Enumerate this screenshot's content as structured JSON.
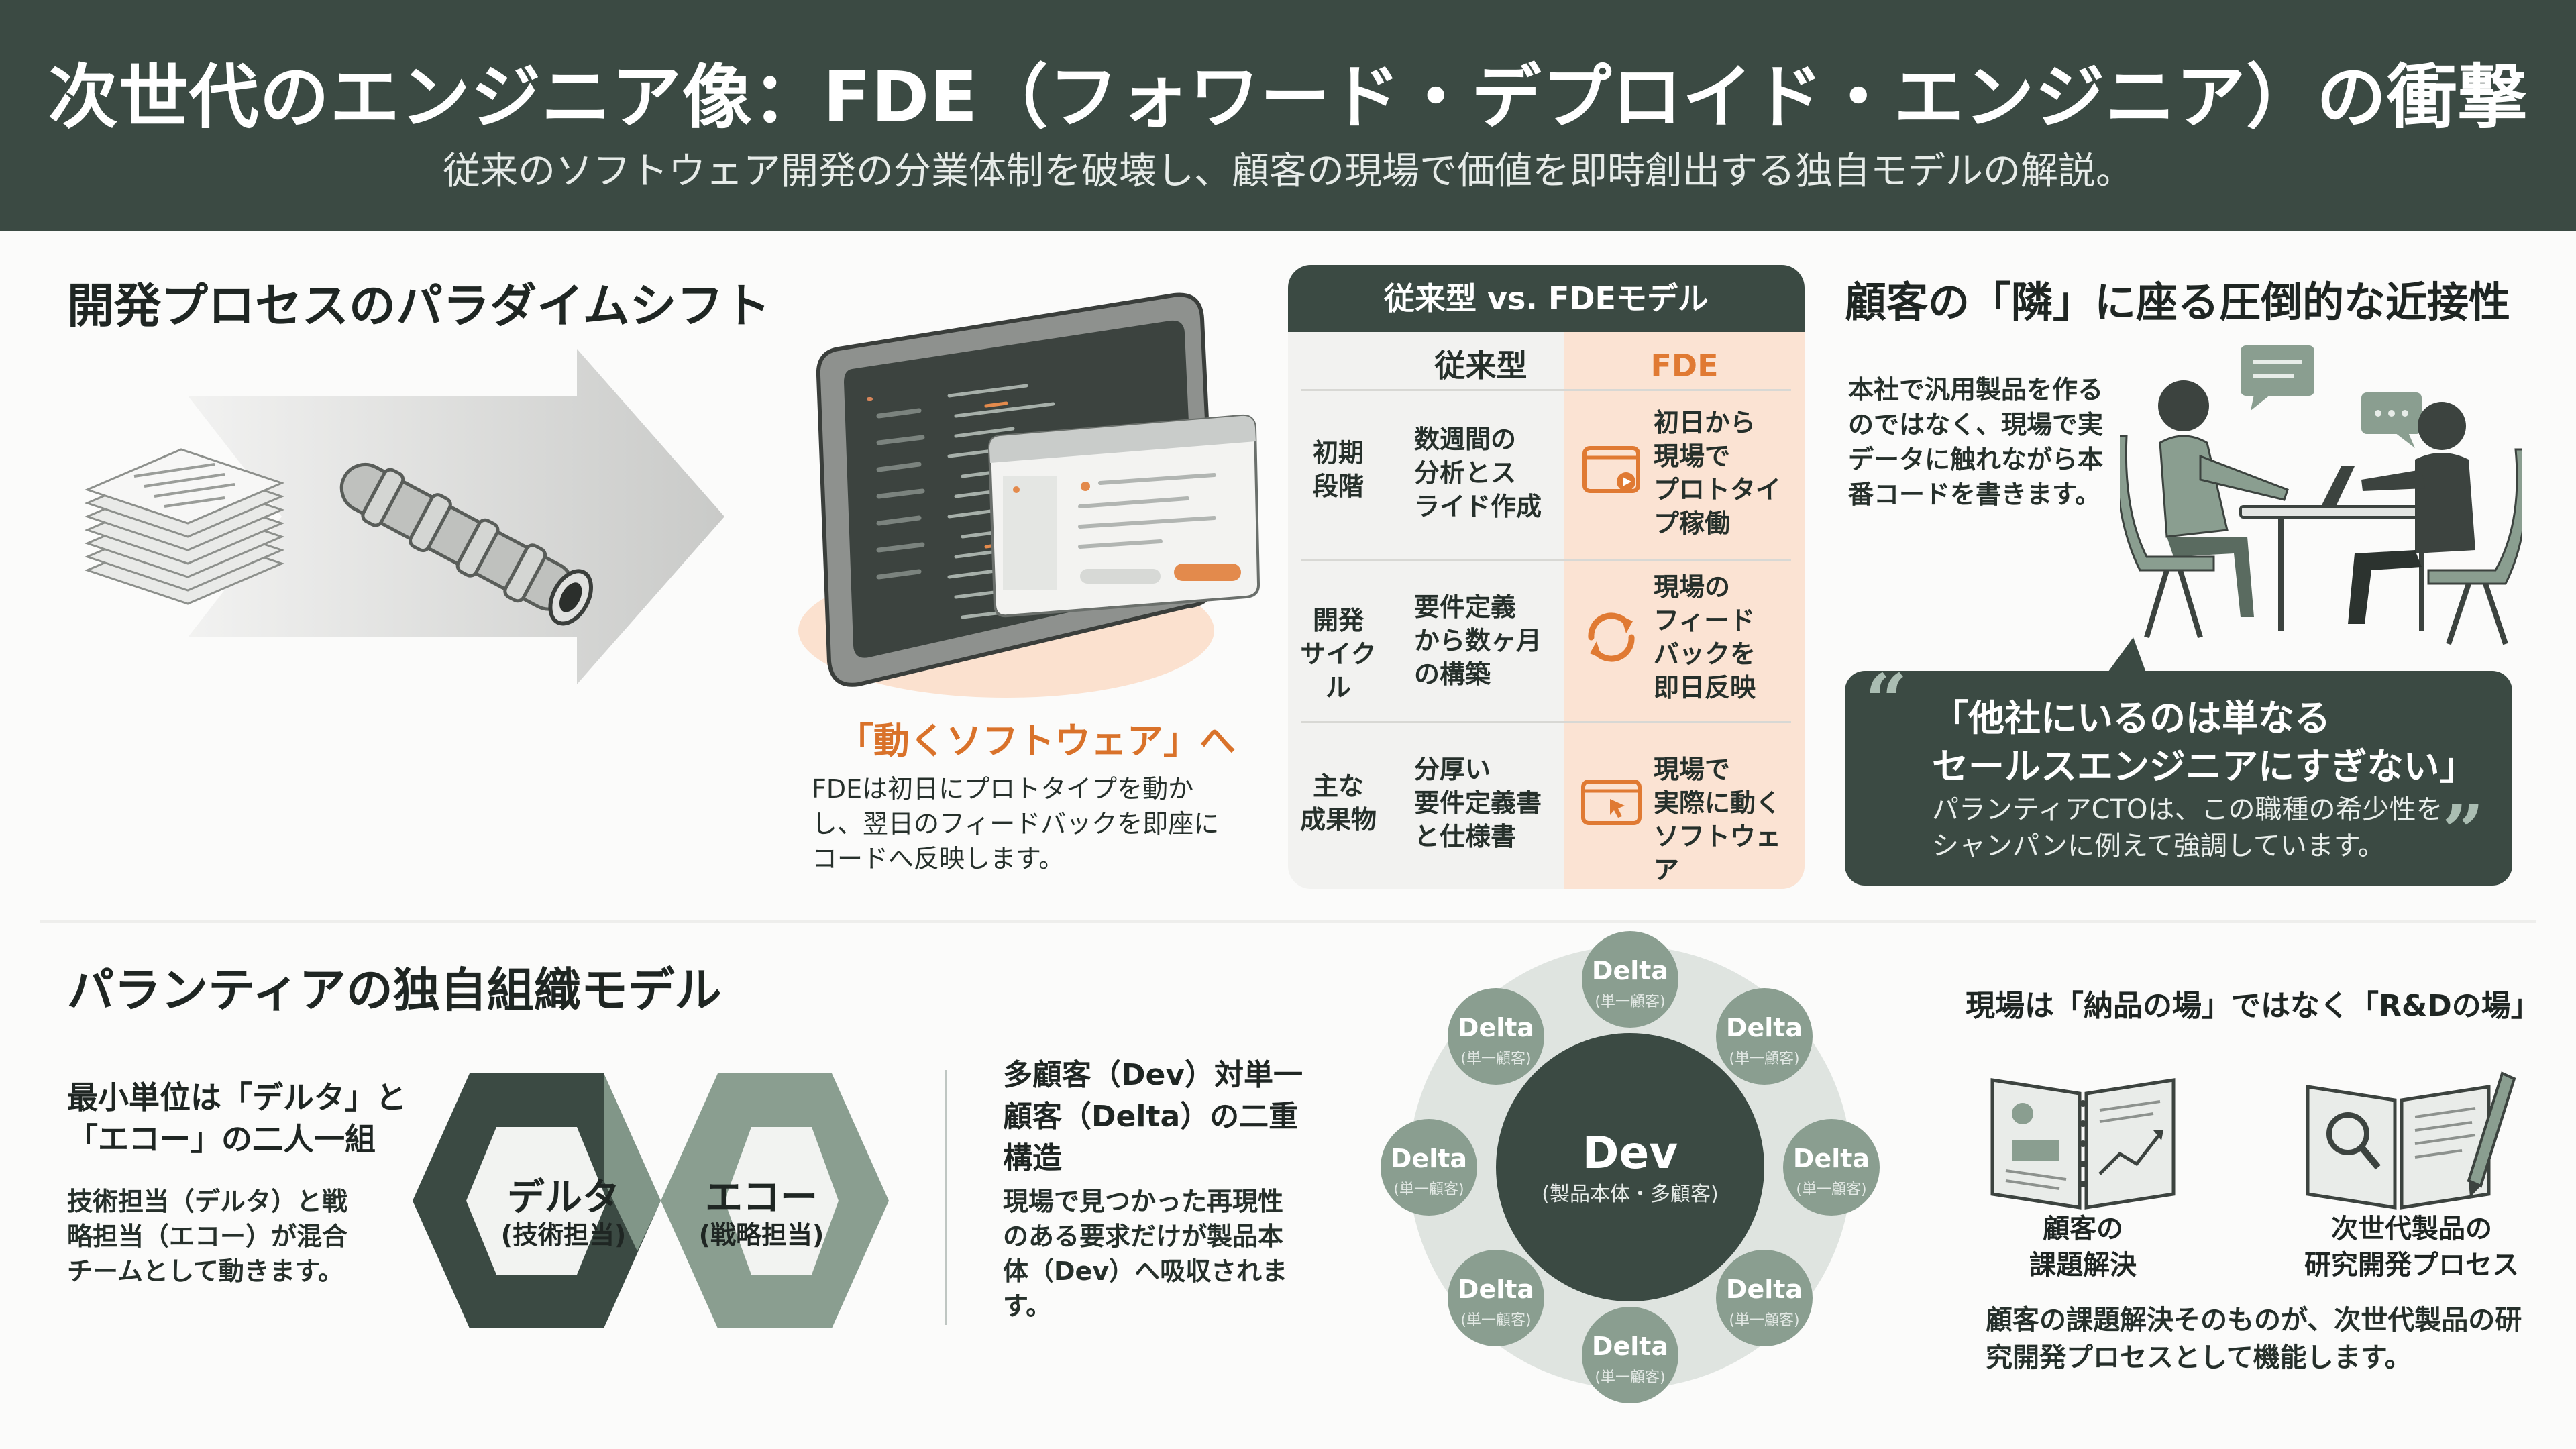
{
  "header": {
    "title": "次世代のエンジニア像：FDE（フォワード・デプロイド・エンジニア）の衝撃",
    "subtitle": "従来のソフトウェア開発の分業体制を破壊し、顧客の現場で価値を即時創出する独自モデルの解説。"
  },
  "paradigm": {
    "title": "開発プロセスのパラダイムシフト",
    "subheading": "「動くソフトウェア」へ",
    "description": "FDEは初日にプロトタイプを動かし、翌日のフィードバックを即座にコードへ反映します。"
  },
  "comparison": {
    "title": "従来型 vs. FDEモデル",
    "col_traditional": "従来型",
    "col_fde": "FDE",
    "rows": [
      {
        "label": "初期\n段階",
        "traditional": "数週間の\n分析とス\nライド作成",
        "fde": "初日から\n現場で\nプロトタイ\nプ稼働"
      },
      {
        "label": "開発\nサイクル",
        "traditional": "要件定義\nから数ヶ月\nの構築",
        "fde": "現場の\nフィード\nバックを\n即日反映"
      },
      {
        "label": "主な\n成果物",
        "traditional": "分厚い\n要件定義書\nと仕様書",
        "fde": "現場で\n実際に動く\nソフトウェア"
      }
    ]
  },
  "proximity": {
    "title": "顧客の「隣」に座る圧倒的な近接性",
    "description": "本社で汎用製品を作るのではなく、現場で実データに触れながら本番コードを書きます。",
    "quote_main": "「他社にいるのは単なる\nセールスエンジニアにすぎない」",
    "quote_sub": "パランティアCTOは、この職種の希少性をシャンパンに例えて強調しています。"
  },
  "org_model": {
    "title": "パランティアの独自組織モデル",
    "unit_title": "最小単位は「デルタ」と「エコー」の二人一組",
    "unit_desc": "技術担当（デルタ）と戦略担当（エコー）が混合チームとして動きます。",
    "delta_label": "デルタ",
    "delta_sub": "(技術担当)",
    "echo_label": "エコー",
    "echo_sub": "(戦略担当)",
    "dual_title": "多顧客（Dev）対単一顧客（Delta）の二重構造",
    "dual_desc": "現場で見つかった再現性のある要求だけが製品本体（Dev）へ吸収されます。"
  },
  "cluster": {
    "center_label": "Dev",
    "center_sub": "(製品本体・多顧客)",
    "node_label": "Delta",
    "node_sub": "(単一顧客)"
  },
  "rd": {
    "title": "現場は「納品の場」ではなく「R&Dの場」",
    "book1_caption": "顧客の\n課題解決",
    "book2_caption": "次世代製品の\n研究開発プロセス",
    "description": "顧客の課題解決そのものが、次世代製品の研究開発プロセスとして機能します。"
  },
  "colors": {
    "primary_dark_green": "#3b4a43",
    "sage_green": "#8a9e90",
    "accent_orange": "#e58a45",
    "fde_column_bg": "#fbe3d3"
  }
}
